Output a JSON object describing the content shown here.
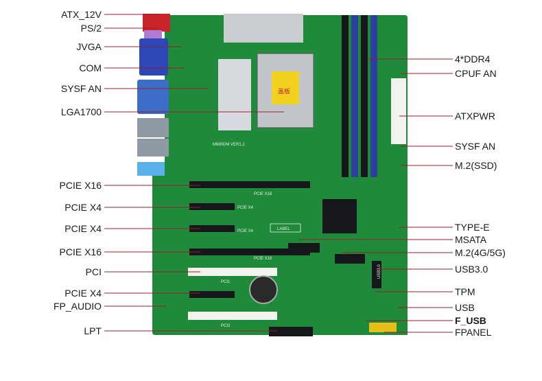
{
  "left_labels": [
    "ATX_12V",
    "PS/2",
    "JVGA",
    "COM",
    "SYSF AN",
    "LGA1700",
    "PCIE X16",
    "PCIE X4",
    "PCIE X4",
    "PCIE X16",
    "PCI",
    "PCIE X4",
    "FP_AUDIO",
    "LPT"
  ],
  "right_labels": [
    "4*DDR4",
    "CPUF AN",
    "ATXPWR",
    "SYSF AN",
    "M.2(SSD)",
    "TYPE-E",
    "MSATA",
    "M.2(4G/5G)",
    "USB3.0",
    "TPM",
    "USB",
    "F_USB",
    "FPANEL"
  ],
  "board_silk": {
    "model": "M680DM VER1.1",
    "pcie1": "PCIE X16",
    "pcie2": "PCIE X4",
    "pcie3": "PCIE X4",
    "pcie4": "PCIE X16",
    "pci1": "PCI1",
    "pci2": "PCI2",
    "label": "LABEL",
    "usb30": "USB3.0",
    "cpu_sticker": "盖板"
  },
  "colors": {
    "pcb": "#1f8a3a",
    "slot_black": "#15171a",
    "slot_white": "#f2f2ee",
    "dimm_blue": "#2b3f9e",
    "leader": "#9b1b2a"
  }
}
